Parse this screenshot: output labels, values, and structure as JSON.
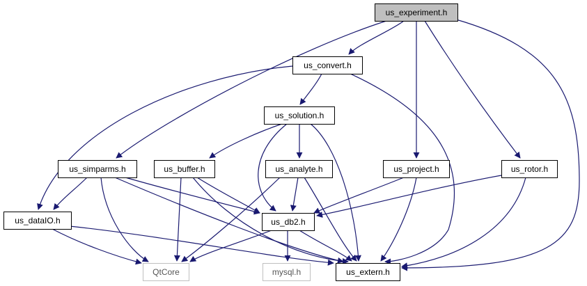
{
  "colors": {
    "edge": "#191970",
    "external_border": "#bfbfbf",
    "normal_border": "#000000",
    "root_fill": "#bfbfbf",
    "fill": "#ffffff"
  },
  "nodes": [
    {
      "id": "experiment",
      "label": "us_experiment.h",
      "kind": "root"
    },
    {
      "id": "convert",
      "label": "us_convert.h",
      "kind": "normal"
    },
    {
      "id": "solution",
      "label": "us_solution.h",
      "kind": "normal"
    },
    {
      "id": "simparms",
      "label": "us_simparms.h",
      "kind": "normal"
    },
    {
      "id": "buffer",
      "label": "us_buffer.h",
      "kind": "normal"
    },
    {
      "id": "analyte",
      "label": "us_analyte.h",
      "kind": "normal"
    },
    {
      "id": "project",
      "label": "us_project.h",
      "kind": "normal"
    },
    {
      "id": "rotor",
      "label": "us_rotor.h",
      "kind": "normal"
    },
    {
      "id": "dataio",
      "label": "us_dataIO.h",
      "kind": "normal"
    },
    {
      "id": "db2",
      "label": "us_db2.h",
      "kind": "normal"
    },
    {
      "id": "qtcore",
      "label": "QtCore",
      "kind": "external"
    },
    {
      "id": "mysql",
      "label": "mysql.h",
      "kind": "external"
    },
    {
      "id": "extern",
      "label": "us_extern.h",
      "kind": "normal"
    }
  ],
  "edges": [
    [
      "experiment",
      "convert"
    ],
    [
      "experiment",
      "simparms"
    ],
    [
      "experiment",
      "project"
    ],
    [
      "experiment",
      "rotor"
    ],
    [
      "experiment",
      "extern"
    ],
    [
      "convert",
      "dataio"
    ],
    [
      "convert",
      "solution"
    ],
    [
      "convert",
      "extern"
    ],
    [
      "solution",
      "buffer"
    ],
    [
      "solution",
      "analyte"
    ],
    [
      "solution",
      "db2"
    ],
    [
      "solution",
      "extern"
    ],
    [
      "simparms",
      "dataio"
    ],
    [
      "simparms",
      "qtcore"
    ],
    [
      "simparms",
      "db2"
    ],
    [
      "simparms",
      "extern"
    ],
    [
      "buffer",
      "qtcore"
    ],
    [
      "buffer",
      "db2"
    ],
    [
      "buffer",
      "extern"
    ],
    [
      "analyte",
      "qtcore"
    ],
    [
      "analyte",
      "db2"
    ],
    [
      "analyte",
      "extern"
    ],
    [
      "project",
      "db2"
    ],
    [
      "project",
      "extern"
    ],
    [
      "rotor",
      "db2"
    ],
    [
      "rotor",
      "extern"
    ],
    [
      "dataio",
      "qtcore"
    ],
    [
      "dataio",
      "extern"
    ],
    [
      "db2",
      "qtcore"
    ],
    [
      "db2",
      "mysql"
    ],
    [
      "db2",
      "extern"
    ]
  ]
}
